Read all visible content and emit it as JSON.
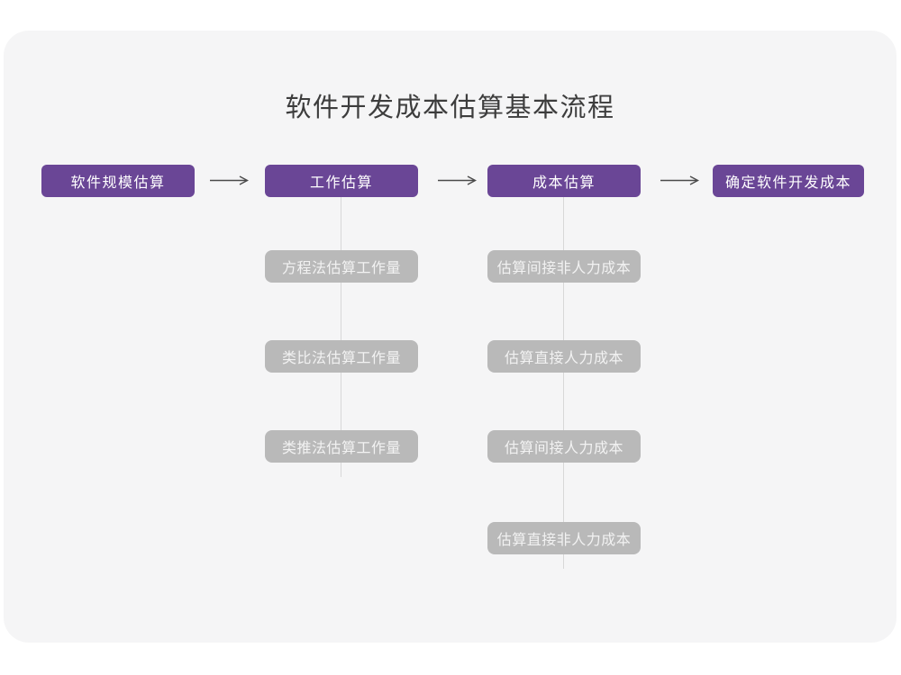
{
  "title": "软件开发成本估算基本流程",
  "colors": {
    "stage_fill": "#6a4696",
    "substep_fill": "#b9b9b9",
    "card_background": "#f5f5f6",
    "connector_line": "#d8d8d8",
    "arrow": "#4a4a4a",
    "title_text": "#3d3d3d"
  },
  "flow": {
    "stages": [
      {
        "label": "软件规模估算"
      },
      {
        "label": "工作估算",
        "substeps": [
          {
            "label": "方程法估算工作量"
          },
          {
            "label": "类比法估算工作量"
          },
          {
            "label": "类推法估算工作量"
          }
        ]
      },
      {
        "label": "成本估算",
        "substeps": [
          {
            "label": "估算间接非人力成本"
          },
          {
            "label": "估算直接人力成本"
          },
          {
            "label": "估算间接人力成本"
          },
          {
            "label": "估算直接非人力成本"
          }
        ]
      },
      {
        "label": "确定软件开发成本"
      }
    ]
  }
}
